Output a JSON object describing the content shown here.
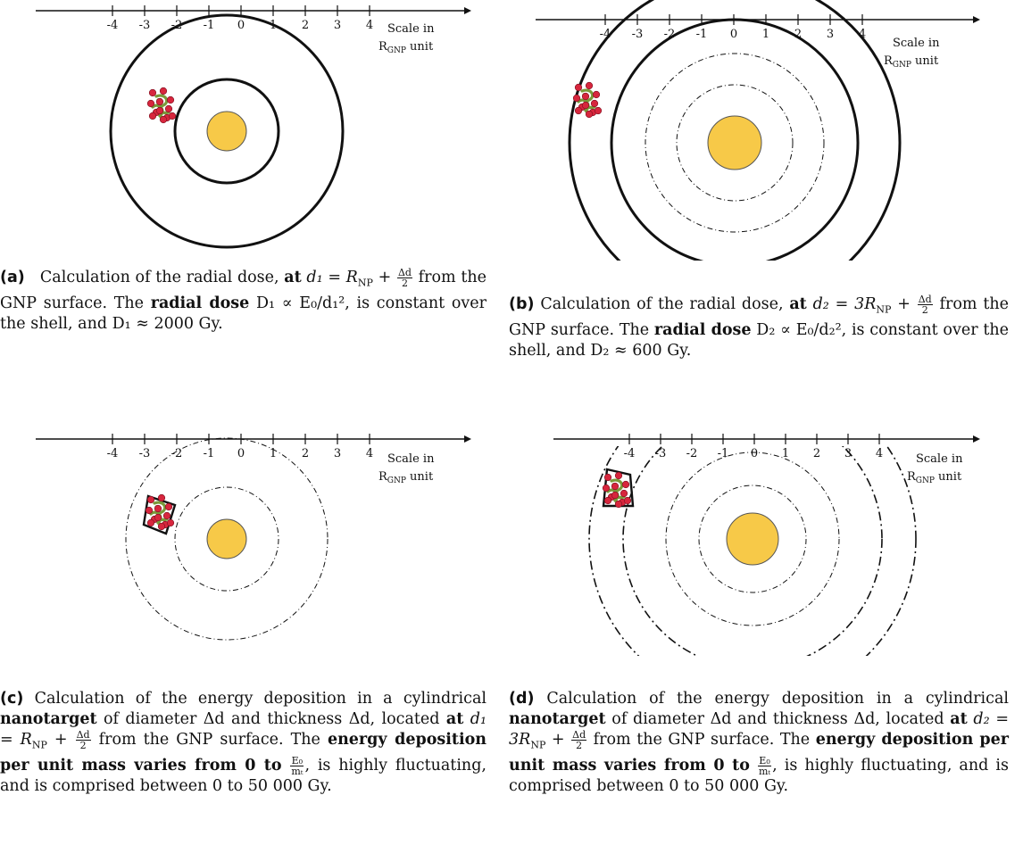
{
  "axis": {
    "ticks": [
      "-4",
      "-3",
      "-2",
      "-1",
      "0",
      "1",
      "2",
      "3",
      "4"
    ],
    "scale_line1": "Scale in",
    "scale_line2_main": "R",
    "scale_line2_sub": "GNP",
    "scale_line2_rest": " unit"
  },
  "colors": {
    "gnp": "#f7c948",
    "gnp_stroke": "#555555",
    "red_dots": "#d7263d",
    "green_strand": "#7a9a3a"
  },
  "captions": {
    "a": {
      "label": "(a)",
      "text1": "Calculation of the radial dose, ",
      "bold1": "at",
      "math1": " d₁ = R",
      "sub1": "NP",
      "math1b": " + ",
      "frac_num": "Δd",
      "frac_den": "2",
      "text2": " from the GNP surface. The ",
      "bold2": "radial dose",
      "text3": " D₁ ∝ E₀/d₁², is constant over the shell, and D₁ ≈ 2000 Gy."
    },
    "b": {
      "label": "(b)",
      "text1": "Calculation of the radial dose, ",
      "bold1": "at",
      "math1": " d₂ = 3R",
      "sub1": "NP",
      "math1b": " + ",
      "frac_num": "Δd",
      "frac_den": "2",
      "text2": " from the GNP surface. The ",
      "bold2": "radial dose",
      "text3": " D₂ ∝ E₀/d₂², is constant over the shell, and D₂ ≈ 600 Gy."
    },
    "c": {
      "label": "(c)",
      "text1": "Calculation of the energy deposition in a cylindrical ",
      "bold1": "nanotarget",
      "text2": " of diameter Δd and thickness Δd, located ",
      "bold2": "at",
      "math1": " d₁ = R",
      "sub1": "NP",
      "math1b": " + ",
      "frac_num": "Δd",
      "frac_den": "2",
      "text3": " from the GNP surface. The ",
      "bold3": "energy deposition per unit mass varies from 0 to",
      "frac2_num": "E₀",
      "frac2_den": "mₜ",
      "text4": ", is highly fluctuating, and is comprised between 0 to 50 000 Gy."
    },
    "d": {
      "label": "(d)",
      "text1": "Calculation of the energy deposition in a cylindrical ",
      "bold1": "nanotarget",
      "text2": " of diameter Δd and thickness Δd, located ",
      "bold2": "at",
      "math1": " d₂ = 3R",
      "sub1": "NP",
      "math1b": " + ",
      "frac_num": "Δd",
      "frac_den": "2",
      "text3": " from the GNP surface. The ",
      "bold3": "energy deposition per unit mass varies from 0 to",
      "frac2_num": "E₀",
      "frac2_den": "mₜ",
      "text4": ", is highly fluctuating, and is comprised between 0 to 50 000 Gy."
    }
  }
}
